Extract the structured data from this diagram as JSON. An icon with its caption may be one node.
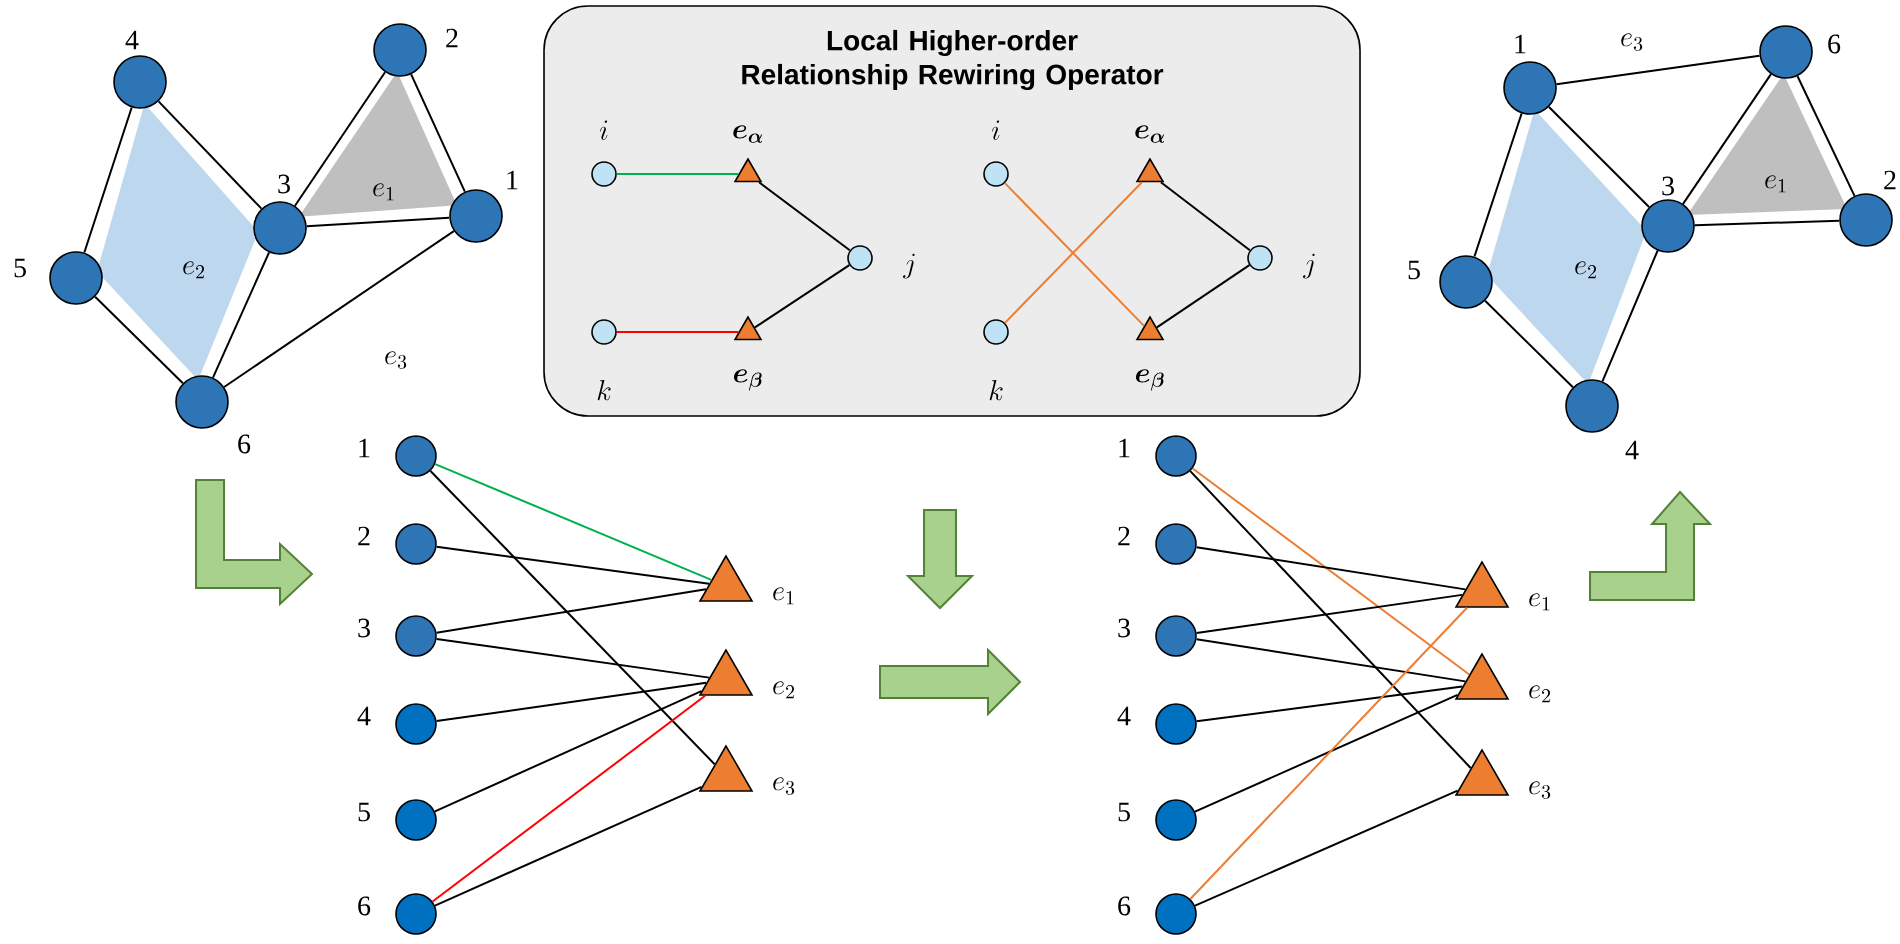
{
  "diagram": {
    "nodes": [
      {
        "text": [
          "e_{2}"
        ]
      },
      {
        "text": [
          "e_{1}"
        ]
      },
      {
        "text": [],
        "shape": "circle",
        "beside": [
          "1"
        ]
      },
      {
        "text": [],
        "shape": "circle",
        "beside": [
          "2"
        ]
      },
      {
        "text": [],
        "shape": "circle",
        "beside": [
          "3"
        ]
      },
      {
        "text": [],
        "shape": "circle",
        "beside": [
          "4"
        ]
      },
      {
        "text": [],
        "shape": "circle",
        "beside": [
          "5"
        ]
      },
      {
        "text": [],
        "shape": "circle",
        "beside": [
          "6"
        ]
      },
      {
        "text": [
          "Local Higher-order Relationship Rewiring Operator"
        ]
      },
      {
        "text": [],
        "shape": "circle",
        "beside": [
          "i"
        ],
        "in": 8
      },
      {
        "text": [],
        "shape": "triangle",
        "beside": [
          "\\boldsymbol{e}_{\\boldsymbol{\\alpha}}"
        ],
        "in": 8
      },
      {
        "text": [],
        "shape": "circle",
        "beside": [
          "k"
        ],
        "in": 8
      },
      {
        "text": [],
        "shape": "triangle",
        "beside": [
          "\\boldsymbol{e}_{\\boldsymbol{\\beta}}"
        ],
        "in": 8
      },
      {
        "text": [],
        "shape": "circle",
        "beside": [
          "j"
        ],
        "in": 8
      },
      {
        "text": [],
        "shape": "circle",
        "beside": [
          "i"
        ],
        "in": 8
      },
      {
        "text": [],
        "shape": "triangle",
        "beside": [
          "\\boldsymbol{e}_{\\boldsymbol{\\alpha}}"
        ],
        "in": 8
      },
      {
        "text": [],
        "shape": "circle",
        "beside": [
          "k"
        ],
        "in": 8
      },
      {
        "text": [],
        "shape": "triangle",
        "beside": [
          "\\boldsymbol{e}_{\\boldsymbol{\\beta}}"
        ],
        "in": 8
      },
      {
        "text": [],
        "shape": "circle",
        "beside": [
          "j"
        ],
        "in": 8
      },
      {
        "text": [
          "e_{2}"
        ]
      },
      {
        "text": [
          "e_{1}"
        ]
      },
      {
        "text": [],
        "shape": "circle",
        "beside": [
          "1"
        ]
      },
      {
        "text": [],
        "shape": "circle",
        "beside": [
          "2"
        ]
      },
      {
        "text": [],
        "shape": "circle",
        "beside": [
          "3"
        ]
      },
      {
        "text": [],
        "shape": "circle",
        "beside": [
          "4"
        ]
      },
      {
        "text": [],
        "shape": "circle",
        "beside": [
          "5"
        ]
      },
      {
        "text": [],
        "shape": "circle",
        "beside": [
          "6"
        ]
      },
      {
        "text": [],
        "shape": "circle",
        "beside": [
          "1"
        ]
      },
      {
        "text": [],
        "shape": "circle",
        "beside": [
          "2"
        ]
      },
      {
        "text": [],
        "shape": "circle",
        "beside": [
          "3"
        ]
      },
      {
        "text": [],
        "shape": "circle",
        "beside": [
          "4"
        ]
      },
      {
        "text": [],
        "shape": "circle",
        "beside": [
          "5"
        ]
      },
      {
        "text": [],
        "shape": "circle",
        "beside": [
          "6"
        ]
      },
      {
        "text": [],
        "shape": "triangle",
        "beside": [
          "e_{1}"
        ]
      },
      {
        "text": [],
        "shape": "triangle",
        "beside": [
          "e_{2}"
        ]
      },
      {
        "text": [],
        "shape": "triangle",
        "beside": [
          "e_{3}"
        ]
      },
      {
        "text": [],
        "shape": "circle",
        "beside": [
          "1"
        ]
      },
      {
        "text": [],
        "shape": "circle",
        "beside": [
          "2"
        ]
      },
      {
        "text": [],
        "shape": "circle",
        "beside": [
          "3"
        ]
      },
      {
        "text": [],
        "shape": "circle",
        "beside": [
          "4"
        ]
      },
      {
        "text": [],
        "shape": "circle",
        "beside": [
          "5"
        ]
      },
      {
        "text": [],
        "shape": "circle",
        "beside": [
          "6"
        ]
      },
      {
        "text": [],
        "shape": "triangle",
        "beside": [
          "e_{1}"
        ]
      },
      {
        "text": [],
        "shape": "triangle",
        "beside": [
          "e_{2}"
        ]
      },
      {
        "text": [],
        "shape": "triangle",
        "beside": [
          "e_{3}"
        ]
      }
    ],
    "edges": [
      {
        "from": 5,
        "to": 4,
        "arrow": "none"
      },
      {
        "from": 4,
        "to": 7,
        "arrow": "none"
      },
      {
        "from": 7,
        "to": 6,
        "arrow": "none"
      },
      {
        "from": 6,
        "to": 5,
        "arrow": "none"
      },
      {
        "from": 3,
        "to": 2,
        "arrow": "none"
      },
      {
        "from": 2,
        "to": 4,
        "arrow": "none"
      },
      {
        "from": 4,
        "to": 3,
        "arrow": "none"
      },
      {
        "from": 7,
        "to": 2,
        "arrow": "none",
        "label": "e_{3}"
      },
      {
        "from": 9,
        "to": 10,
        "arrow": "none",
        "color": "#00b050"
      },
      {
        "from": 10,
        "to": 13,
        "arrow": "none"
      },
      {
        "from": 11,
        "to": 12,
        "arrow": "none",
        "color": "#ff0000"
      },
      {
        "from": 12,
        "to": 13,
        "arrow": "none"
      },
      {
        "from": 14,
        "to": 17,
        "arrow": "none",
        "color": "#ed7d31"
      },
      {
        "from": 16,
        "to": 15,
        "arrow": "none",
        "color": "#ed7d31"
      },
      {
        "from": 15,
        "to": 18,
        "arrow": "none"
      },
      {
        "from": 17,
        "to": 18,
        "arrow": "none"
      },
      {
        "from": 21,
        "to": 23,
        "arrow": "none"
      },
      {
        "from": 23,
        "to": 24,
        "arrow": "none"
      },
      {
        "from": 24,
        "to": 25,
        "arrow": "none"
      },
      {
        "from": 25,
        "to": 21,
        "arrow": "none"
      },
      {
        "from": 26,
        "to": 23,
        "arrow": "none"
      },
      {
        "from": 23,
        "to": 22,
        "arrow": "none"
      },
      {
        "from": 22,
        "to": 26,
        "arrow": "none"
      },
      {
        "from": 21,
        "to": 26,
        "arrow": "none",
        "label": "e_{3}"
      },
      {
        "from": 27,
        "to": 33,
        "arrow": "none",
        "color": "#00b050"
      },
      {
        "from": 27,
        "to": 35,
        "arrow": "none"
      },
      {
        "from": 28,
        "to": 33,
        "arrow": "none"
      },
      {
        "from": 29,
        "to": 33,
        "arrow": "none"
      },
      {
        "from": 29,
        "to": 34,
        "arrow": "none"
      },
      {
        "from": 30,
        "to": 34,
        "arrow": "none"
      },
      {
        "from": 31,
        "to": 34,
        "arrow": "none"
      },
      {
        "from": 32,
        "to": 34,
        "arrow": "none",
        "color": "#ff0000"
      },
      {
        "from": 32,
        "to": 35,
        "arrow": "none"
      },
      {
        "from": 36,
        "to": 43,
        "arrow": "none",
        "color": "#ed7d31"
      },
      {
        "from": 36,
        "to": 44,
        "arrow": "none"
      },
      {
        "from": 37,
        "to": 42,
        "arrow": "none"
      },
      {
        "from": 38,
        "to": 42,
        "arrow": "none"
      },
      {
        "from": 38,
        "to": 43,
        "arrow": "none"
      },
      {
        "from": 39,
        "to": 43,
        "arrow": "none"
      },
      {
        "from": 40,
        "to": 43,
        "arrow": "none"
      },
      {
        "from": 41,
        "to": 42,
        "arrow": "none",
        "color": "#ed7d31"
      },
      {
        "from": 41,
        "to": 44,
        "arrow": "none"
      }
    ]
  }
}
